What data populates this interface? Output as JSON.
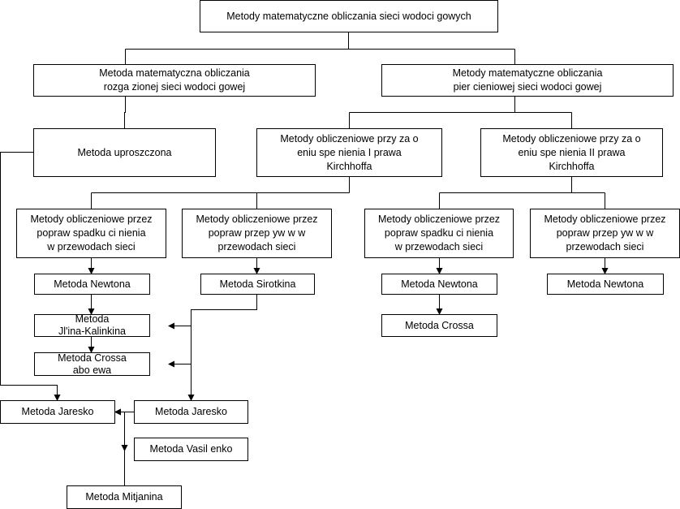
{
  "nodes": {
    "root": "Metody matematyczne obliczania sieci wodoci  gowych",
    "branched": "Metoda matematyczna obliczania\nrozga   zionej sieci wodoci  gowej",
    "looped": "Metody matematyczne obliczania\npier  cieniowej sieci wodoci  gowej",
    "simplified": "Metoda uproszczona",
    "kirchhoff1": "Metody obliczeniowe przy za o\neniu spe nienia I prawa\nKirchhoffa",
    "kirchhoff2": "Metody obliczeniowe przy za o\neniu spe nienia II prawa\nKirchhoffa",
    "group_pressure_left": "Metody obliczeniowe przez\npopraw   spadku ci  nienia\nw przewodach sieci",
    "group_flow_left": "Metody obliczeniowe przez\npopraw    przep yw  w w\nprzewodach sieci",
    "group_pressure_right": "Metody obliczeniowe przez\npopraw   spadku ci  nienia\nw przewodach sieci",
    "group_flow_right": "Metody obliczeniowe przez\npopraw    przep yw  w w\nprzewodach sieci",
    "newton_left": "Metoda Newtona",
    "sirotkin": "Metoda Sirotkina",
    "newton_mid": "Metoda Newtona",
    "newton_right": "Metoda Newtona",
    "jlina": "Metoda\nJl'ina-Kalinkina",
    "cross_lobacz": "Metoda Crossa\nabo  ewa",
    "cross": "Metoda Crossa",
    "jaresko_left": "Metoda Jaresko",
    "jaresko_right": "Metoda Jaresko",
    "vasilenko": "Metoda Vasil  enko",
    "mitjanin": "Metoda Mitjanina"
  }
}
